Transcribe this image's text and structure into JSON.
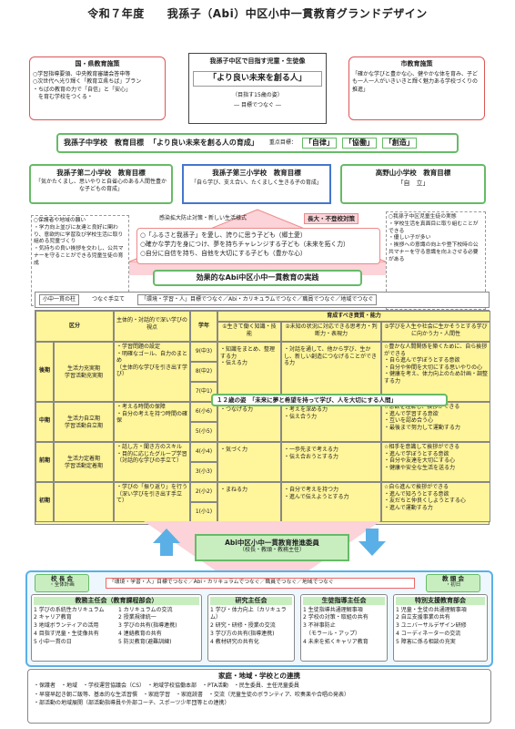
{
  "title": "令和７年度　　我孫子（Abi）中区小中一貫教育グランドデザイン",
  "national": {
    "heading": "国・県教育施策",
    "items": [
      "○学習指導要領、中央教育審議会答申等",
      "○次世代へ光り輝く「教育立県ちば」プラン",
      "・ちばの教育の力で「自信」と「安心」",
      "　を育む学校をつくる・"
    ]
  },
  "center_goal": {
    "heading": "我孫子中区で目指す児童・生徒像",
    "main": "「より良い未来を創る人」",
    "sub1": "（目指す15歳の姿）",
    "sub2": "― 目標でつなぐ ―"
  },
  "city": {
    "heading": "市教育施策",
    "text": "「確かな学びと豊かな心、健やかな体を育み、子ども一人一人がいきいきと輝く魅力ある学校づくりの推進」"
  },
  "jhs": {
    "label": "我孫子中学校　教育目標",
    "goal": "「より良い未来を創る人の育成」",
    "focus_label": "重点目標：",
    "focus": [
      "「自律」",
      "「協働」",
      "「創造」"
    ]
  },
  "es2": {
    "label": "我孫子第二小学校　教育目標",
    "goal": "「気かたくまし、思いやりと自省心のある人間性豊かな子どもの育成」"
  },
  "es3": {
    "label": "我孫子第三小学校　教育目標",
    "goal": "「自ら学び、支え合い、たくましく生きる子の育成」"
  },
  "takanoyama": {
    "label": "高野山小学校　教育目標",
    "goal": "「自　立」"
  },
  "left_notes": [
    "○保護者や地域の願い",
    "・学力向上並びに友達と良好に関わり、意欲的に学習及び学校生活に取り組める児童づくり",
    "・気持ちの良い挨拶を交わし、公共マナーを守ることができる児童生徒の育成"
  ],
  "right_notes": [
    "○我孫子中区児童生徒の実態",
    "・学校生活を真面目に取り組むことができる",
    "・優しい子が多い",
    "・挨拶への意識の向上や登下校時の公共マナーを守る意識を向上させる必要がある"
  ],
  "infection": "感染拡大防止対策・新しい生活様式",
  "nagadai": "長大・不登校対策",
  "center_children": [
    "○「ふるさと我孫子」を愛し、誇りに思う子ども（郷土愛）",
    "○確かな学力を身につけ、夢を持ちチャレンジする子ども（未来を拓く力）",
    "○自分に自信を持ち、自他を大切にする子ども（豊かな心）"
  ],
  "practice": "効果的なAbi中区小中一貫教育の実践",
  "links": {
    "pillar": "小中一貫の柱",
    "connect": "つなぐ手立て",
    "chain": "「環境・学習・人」目標でつなぐ／Abi・カリキュラムでつなぐ／職員でつなぐ／地域でつなぐ"
  },
  "table": {
    "headers": {
      "division": "区分",
      "active": "主体的・対話的で深い学びの視点",
      "grade": "学年",
      "abilities": "育成すべき資質・能力",
      "a1": "①生きて働く知識・技能",
      "a2": "②未知の状況に対応できる思考力・判断力・表現力",
      "a3": "③学びを人生や社会に生かそうとする学びに向かう力・人間性"
    },
    "grades": [
      "9(中3)",
      "8(中2)",
      "7(中1)",
      "6(小6)",
      "5(小5)",
      "4(小4)",
      "3(小3)",
      "2(小2)",
      "1(小1)"
    ],
    "phases": [
      {
        "name": "後期",
        "label": "生活力充実期\n学習活動充実期"
      },
      {
        "name": "中期",
        "label": "生活力自立期\n学習活動自立期"
      },
      {
        "name": "前期",
        "label": "生活力定着期\n学習活動定着期"
      },
      {
        "name": "初期",
        "label": ""
      }
    ],
    "active_rows": [
      "・学習問題の設定\n・明確なゴール、自力のまとめ\n（主体的な学びを引き出す学び）",
      "・考える時間の保障\n・自分の考えを持つ時間の確保",
      "・話し方・聞き方のスキル\n・目的に応じたグループ学習（対話的な学びの手立て）",
      "・学びの「振り返り」を行う（深い学びを引き出す手立て）"
    ],
    "a1_rows": [
      "・知識をまとめ、整理する力\n・伝える力",
      "・つなげる力",
      "・気づく力",
      "・まねる力"
    ],
    "a2_rows": [
      "・対話を通して、他から学び、生かし、新しい創造につなげることができる力",
      "・考えを深める力\n・伝え合う力",
      "・一歩先まで考える力\n・伝え合おうとする力",
      "・自分で考えを持つ力\n・進んで伝えようとする力"
    ],
    "a3_rows": [
      "☆豊かな人間関係を築くために、自ら挨拶ができる\n・自ら進んで学ぼうとする意欲\n・自分や仲間を大切にする思いやりの心\n・健康を考え、体力向上のため計画・調整する力",
      "☆意欲を理解し、挨拶ができる\n・進んで学習する意欲\n・互いを認め合う心\n・最後まで努力して運動する力",
      "☆相手を意識して挨拶ができる\n・進んで学ぼうとする意欲\n・自分や友達を大切にする心\n・健康や安全な生活を送る力",
      "☆自ら進んで挨拶ができる\n・進んで知ろうとする意欲\n・友だちと仲良くしようとする心\n・進んで運動する力"
    ],
    "fifteen": "１２歳の姿　「未来に夢と希望を持って学び、人を大切にする人間」"
  },
  "committee": {
    "name": "Abi中区小中一貫教育推進委員",
    "members": "（校長・教頭・教務主任）"
  },
  "principals": {
    "name": "校 長 会",
    "sub": "・全体計画"
  },
  "vice": {
    "name": "教 頭 会",
    "sub": "・初日"
  },
  "bottom_chain": "「環境・学習・人」目標でつなぐ／Abi・カリキュラムでつなぐ／職員でつなぐ／地域でつなぐ",
  "curriculum": {
    "heading": "教務主任会（教育課程部会）",
    "left": [
      "1 学びの系統性カリキュラム",
      "2 キャリア教育",
      "3 地域ボランティアの活用",
      "4 目指す児童・生徒像共有",
      "5 小中一貫の日"
    ],
    "right": [
      "1 カリキュラムの交流",
      "2 授業規律統一",
      "3 学びの共有(指導連携)",
      "4 連絡教育の共有",
      "5 防災教育(避難訓練)"
    ]
  },
  "research": {
    "heading": "研究主任会",
    "items": [
      "1 学び・体力向上（カリキュラム）",
      "2 研究・研修・授業の交流",
      "3 学び方の共有(指導連携)",
      "4 教材研究の共有化"
    ]
  },
  "guidance": {
    "heading": "生徒指導主任会",
    "items": [
      "1 生徒指導共通理解事項",
      "2 学校の対策・取組の共有",
      "3 不祥事防止",
      "　（モラール・アップ）",
      "4 未来を拓くキャリア教育"
    ]
  },
  "special": {
    "heading": "特別支援教育部会",
    "items": [
      "1 児童・生徒の共通理解事項",
      "2 自立支援事業の共有",
      "3 ユニバーサルデザイン研修",
      "4 コーディネーターの交流",
      "5 障害に係る相談の充実"
    ]
  },
  "community": {
    "heading": "家庭・地域・学校との連携",
    "rows": [
      "・保護者　・地域　・学校運営協議会（CS）　・地域学校協働本部　・PTA活動　・民生委員、主任児童委員",
      "・早寝早起き朝ご飯等、基本的な生活習慣　・家庭学習　・家庭読書　・交流（児童生徒のボランティア、吹奏楽や合唱の発表）",
      "・部活動の地域展開（部活動指導員や外部コーチ、スポーツ少年団等との連携）"
    ]
  }
}
